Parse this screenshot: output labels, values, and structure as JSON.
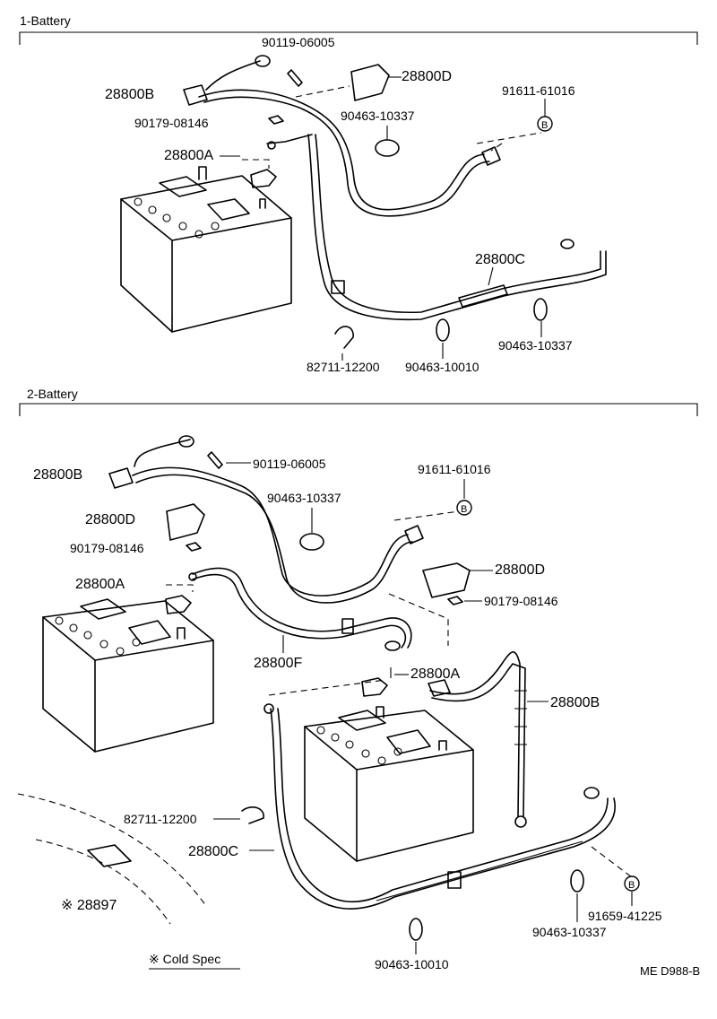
{
  "sections": {
    "s1": "1-Battery",
    "s2": "2-Battery"
  },
  "labels1": {
    "p90119": "90119-06005",
    "p28800D": "28800D",
    "p28800B": "28800B",
    "p91611": "91611-61016",
    "p90179": "90179-08146",
    "p90463a": "90463-10337",
    "p28800A": "28800A",
    "p28800C": "28800C",
    "p82711": "82711-12200",
    "p90463b": "90463-10010",
    "p90463c": "90463-10337",
    "refB": "B"
  },
  "labels2": {
    "p28800B": "28800B",
    "p90119": "90119-06005",
    "p91611": "91611-61016",
    "p90463a": "90463-10337",
    "p28800Da": "28800D",
    "p90179a": "90179-08146",
    "p28800Db": "28800D",
    "p90179b": "90179-08146",
    "p28800Aa": "28800A",
    "p28800F": "28800F",
    "p28800Ab": "28800A",
    "p28800Bb": "28800B",
    "p82711": "82711-12200",
    "p28800C": "28800C",
    "p28897": "※ 28897",
    "p90463b": "90463-10337",
    "p91659": "91659-41225",
    "p90463c": "90463-10010",
    "refB1": "B",
    "refB2": "B"
  },
  "footer": {
    "cold_spec": "※ Cold Spec",
    "code": "ME D988-B"
  }
}
